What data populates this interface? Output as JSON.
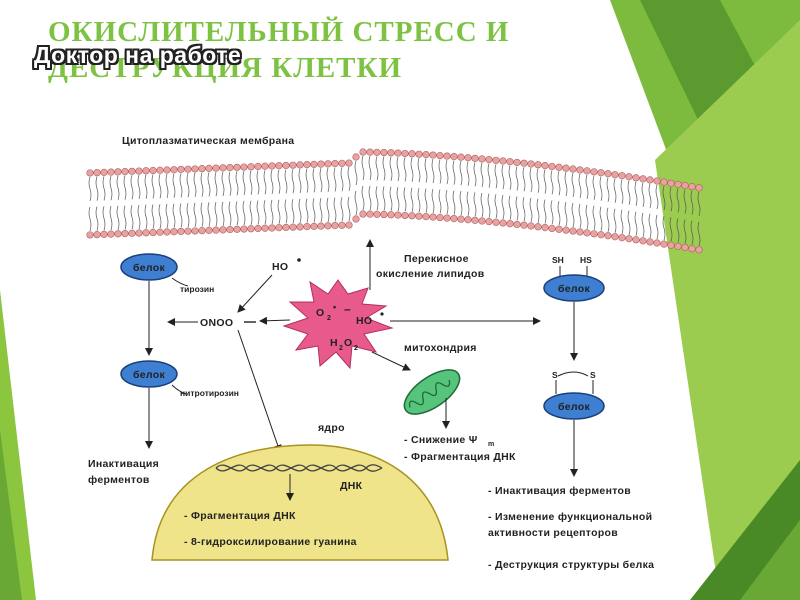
{
  "title": {
    "line1": "ОКИСЛИТЕЛЬНЫЙ СТРЕСС И",
    "line2": "ДЕСТРУКЦИЯ КЛЕТКИ"
  },
  "watermark": "Доктор на работе",
  "colors": {
    "title": "#7dc242",
    "accent_green": "#8cc63f",
    "dark_green": "#4e8a2a",
    "membrane_head": "#e8a2a2",
    "protein_fill": "#3f7fd1",
    "burst_fill": "#e85a8c",
    "nucleus_fill": "#f0e48a",
    "mito_fill": "#56c47a"
  },
  "diagram": {
    "membrane_label": "Цитоплазматическая мембрана",
    "protein_label": "белок",
    "tyrosine": "тирозин",
    "nitrotyrosine": "нитротирозин",
    "onoo": "ONOO",
    "ho": "HO",
    "burst": {
      "o2": "O",
      "ho": "HO",
      "h2o2": "H",
      "o_letter": "O"
    },
    "lipid_perox_1": "Перекисное",
    "lipid_perox_2": "окисление липидов",
    "mitochondria": "митохондрия",
    "mito_effects": [
      "- Снижение Ψ",
      "- Фрагментация ДНК"
    ],
    "psi_subscript": "m",
    "sh": "SH",
    "hs": "HS",
    "s": "S",
    "enzyme_inact_1": "Инактивация",
    "enzyme_inact_2": "ферментов",
    "nucleus": "ядро",
    "dna": "ДНК",
    "nucleus_effects": [
      "- Фрагментация ДНК",
      "- 8-гидроксилирование гуанина"
    ],
    "right_effects": [
      "- Инактивация ферментов",
      "- Изменение функциональной",
      "активности рецепторов",
      "- Деструкция структуры белка"
    ]
  }
}
